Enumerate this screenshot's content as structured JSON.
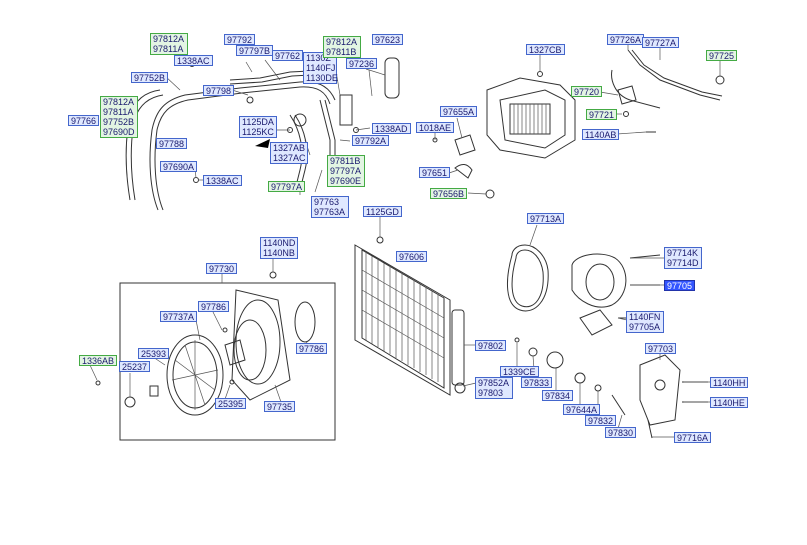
{
  "parts": {
    "a97812A_top": "97812A",
    "a97811A_top": "97811A",
    "a1338AC_top": "1338AC",
    "a97752B_top": "97752B",
    "stack_left": [
      "97812A",
      "97811A",
      "97752B",
      "97690D"
    ],
    "a97766": "97766",
    "a97792": "97792",
    "a97797B": "97797B",
    "a97762": "97762",
    "stack_mid": [
      "1130Z",
      "1140FJ",
      "1130DE"
    ],
    "stack_812": [
      "97812A",
      "97811B"
    ],
    "a97623": "97623",
    "a97236": "97236",
    "a97798": "97798",
    "stack_1125": [
      "1125DA",
      "1125KC"
    ],
    "a1338AD": "1338AD",
    "a97792A": "97792A",
    "a97788": "97788",
    "stack_1327": [
      "1327AB",
      "1327AC"
    ],
    "a97690A": "97690A",
    "stack_811b": [
      "97811B",
      "97797A",
      "97690E"
    ],
    "a1338AC_low": "1338AC",
    "a97797A": "97797A",
    "stack_763": [
      "97763",
      "97763A"
    ],
    "a1327CB": "1327CB",
    "a97655A": "97655A",
    "a1018AE": "1018AE",
    "a97651": "97651",
    "a97656B": "97656B",
    "a97726A": "97726A",
    "a97727A": "97727A",
    "a97725": "97725",
    "a97720": "97720",
    "a97721": "97721",
    "a1140AB": "1140AB",
    "a1125GD": "1125GD",
    "a97606": "97606",
    "stack_1140": [
      "1140ND",
      "1140NB"
    ],
    "a97730": "97730",
    "a97786_a": "97786",
    "a97737A": "97737A",
    "a97786_b": "97786",
    "a1336AB": "1336AB",
    "a25393": "25393",
    "a25237": "25237",
    "a25395": "25395",
    "a97735": "97735",
    "a97802": "97802",
    "a1339CE": "1339CE",
    "stack_852": [
      "97852A",
      "97803"
    ],
    "a97833": "97833",
    "a97834": "97834",
    "a97644A": "97644A",
    "a97832": "97832",
    "a97830": "97830",
    "a97713A": "97713A",
    "stack_714": [
      "97714K",
      "97714D"
    ],
    "a97705": "97705",
    "stack_1140fn": [
      "1140FN",
      "97705A"
    ],
    "a97703": "97703",
    "a1140HH": "1140HH",
    "a1140HE": "1140HE",
    "a97716A": "97716A"
  }
}
